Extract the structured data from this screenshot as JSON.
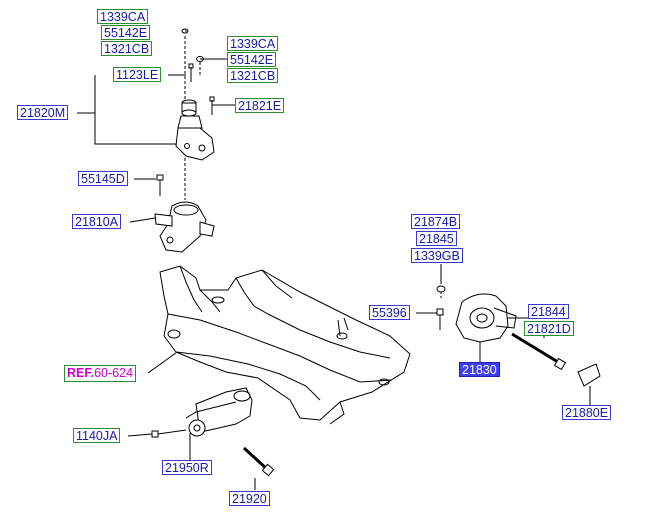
{
  "diagram": {
    "labels": {
      "l1339ca_a": "1339CA",
      "l55142e_a": "55142E",
      "l1321cb_a": "1321CB",
      "l1339ca_b": "1339CA",
      "l55142e_b": "55142E",
      "l1321cb_b": "1321CB",
      "l1123le": "1123LE",
      "l21820m": "21820M",
      "l21821e": "21821E",
      "l55145d": "55145D",
      "l21810a": "21810A",
      "l21874b": "21874B",
      "l21845": "21845",
      "l1339gb": "1339GB",
      "l55396": "55396",
      "l21844": "21844",
      "l21821d": "21821D",
      "l21830": "21830",
      "l21880": "21880E",
      "l1140ja": "1140JA",
      "l21950r": "21950R",
      "l21920": "21920"
    },
    "ref": {
      "prefix": "REF.",
      "number": "60-624"
    },
    "colors": {
      "green_frame": "#2e8b2e",
      "blue_frame": "#3a3ad0",
      "label_text": "#1a1aa8",
      "highlight": "#3f3ff0",
      "ref_magenta": "#cc00cc"
    }
  }
}
